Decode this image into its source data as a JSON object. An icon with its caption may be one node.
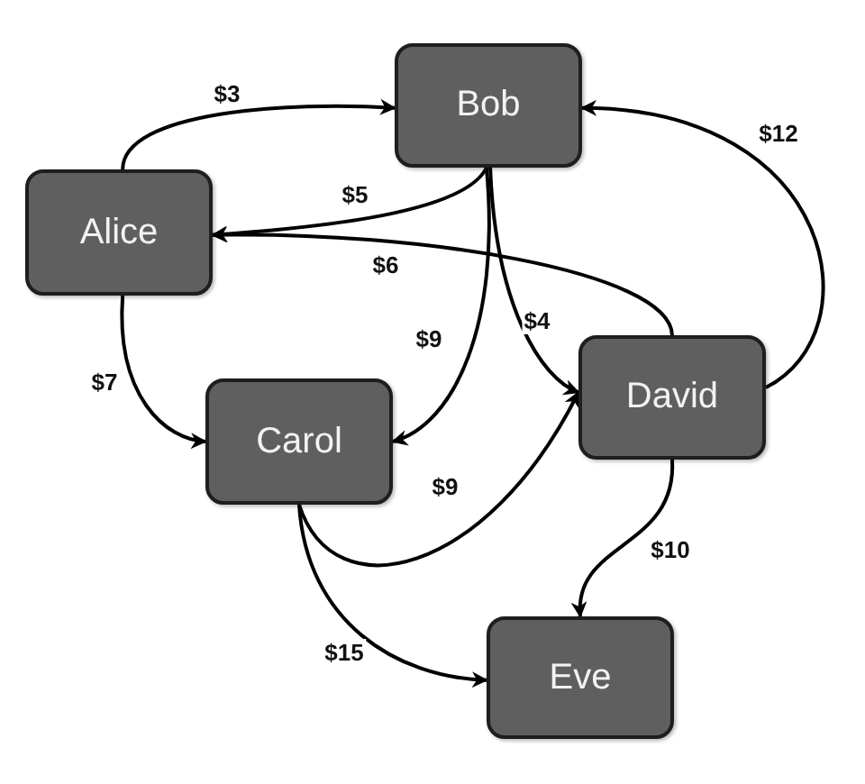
{
  "diagram": {
    "nodes": [
      {
        "text": [
          "Bob"
        ]
      },
      {
        "text": [
          "Alice"
        ]
      },
      {
        "text": [
          "David"
        ]
      },
      {
        "text": [
          "Carol"
        ]
      },
      {
        "text": [
          "Eve"
        ]
      }
    ],
    "edges": [
      {
        "from": 1,
        "to": 0,
        "arrow": "to",
        "label": "$3"
      },
      {
        "from": 0,
        "to": 1,
        "arrow": "to",
        "label": "$5"
      },
      {
        "from": 2,
        "to": 1,
        "arrow": "to",
        "label": "$6"
      },
      {
        "from": 0,
        "to": 3,
        "arrow": "to",
        "label": "$9"
      },
      {
        "from": 0,
        "to": 2,
        "arrow": "to",
        "label": "$4"
      },
      {
        "from": 2,
        "to": 0,
        "arrow": "to",
        "label": "$12"
      },
      {
        "from": 1,
        "to": 3,
        "arrow": "to",
        "label": "$7"
      },
      {
        "from": 3,
        "to": 2,
        "arrow": "to",
        "label": "$9"
      },
      {
        "from": 2,
        "to": 4,
        "arrow": "to",
        "label": "$10"
      },
      {
        "from": 3,
        "to": 4,
        "arrow": "to",
        "label": "$15"
      }
    ]
  }
}
